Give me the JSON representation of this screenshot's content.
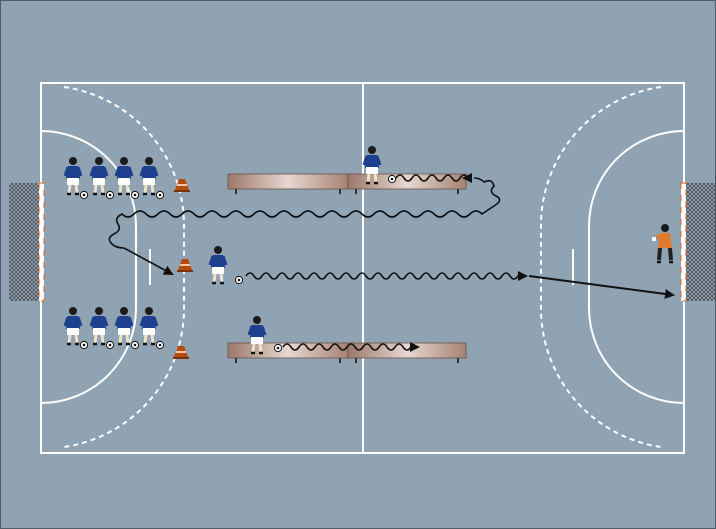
{
  "diagram": {
    "description_text": "",
    "colors": {
      "background": "#8fa3b3",
      "frame": "#4f5d6a",
      "lines": "#ffffff",
      "player_shirt": "#1f3f8f",
      "player_shorts": "#ffffff",
      "goalkeeper_shirt": "#e07a2e",
      "bench_light": "#e9ddd6",
      "bench_dark": "#a07d6e",
      "cone": "#b54a10",
      "path": "#111111",
      "goal_post": "#e85f18"
    },
    "icons": [
      "player-icon",
      "goalkeeper-icon",
      "ball-icon",
      "cone-icon",
      "bench-icon",
      "goal-icon"
    ],
    "groups": {
      "upper_queue_players": 4,
      "lower_queue_players": 4,
      "cones": 3,
      "benches": 2,
      "dribblers": 3,
      "goalkeepers": 1
    }
  }
}
